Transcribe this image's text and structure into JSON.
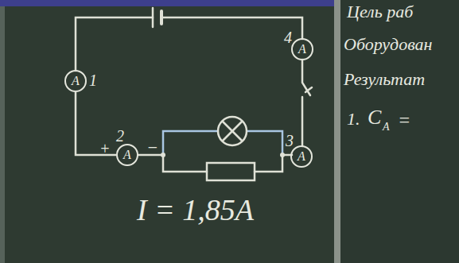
{
  "diagram": {
    "nodes": [
      {
        "text": [
          "A"
        ]
      },
      {
        "text": [
          "A"
        ]
      },
      {
        "text": [
          "A"
        ]
      },
      {
        "text": [
          "A"
        ]
      }
    ],
    "edges": [
      {
        "from": 1,
        "to": 2,
        "arrow": "none"
      }
    ],
    "labels": [
      "4",
      "1",
      "2",
      "+",
      "−",
      "3",
      "I = 1,85A",
      "Цель раб",
      "Оборудован",
      "Результат",
      "1.",
      "C",
      "A",
      "="
    ]
  }
}
